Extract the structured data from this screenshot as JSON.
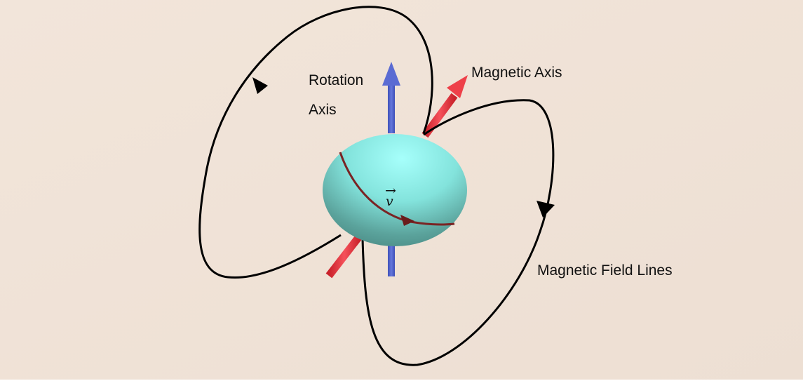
{
  "labels": {
    "rotation_axis_line1": "Rotation",
    "rotation_axis_line2": "Axis",
    "magnetic_axis": "Magnetic Axis",
    "field_lines": "Magnetic Field Lines",
    "velocity_symbol": "v"
  },
  "colors": {
    "background": "#f1e4d9",
    "rotation_axis": "#4c5ec4",
    "magnetic_axis": "#e8343c",
    "field_lines": "#000000",
    "sphere_light": "#9ffcf8",
    "sphere_dark": "#4f8f8a",
    "velocity_path": "#7a2424"
  }
}
